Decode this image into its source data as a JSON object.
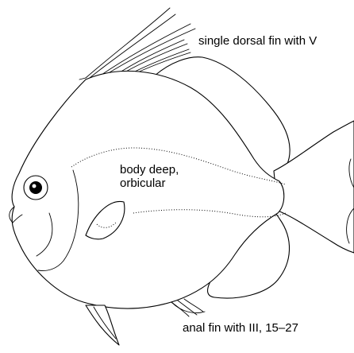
{
  "labels": {
    "dorsal_fin": "single dorsal fin with V",
    "body": {
      "line1": "body deep,",
      "line2": "orbicular"
    },
    "anal_fin": "anal fin with III, 15–27"
  },
  "colors": {
    "ink": "#000000",
    "background": "#ffffff"
  }
}
